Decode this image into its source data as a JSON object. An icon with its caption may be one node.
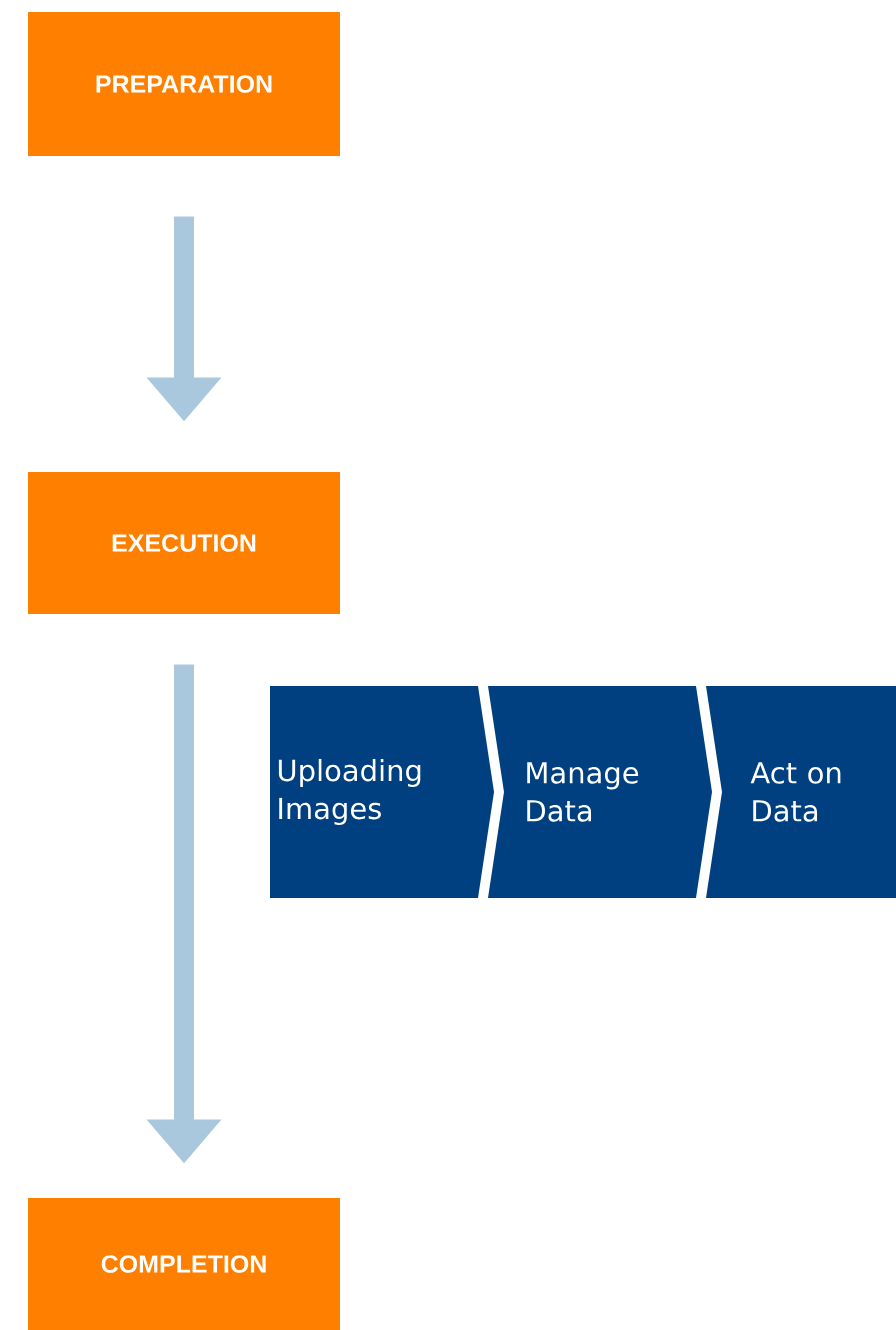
{
  "diagram": {
    "nodes": [
      {
        "text": [
          "PREPARATION"
        ]
      },
      {
        "text": [
          "EXECUTION"
        ]
      },
      {
        "text": [
          "Uploading Images"
        ]
      },
      {
        "text": [
          "Manage Data"
        ]
      },
      {
        "text": [
          "Act on Data"
        ]
      },
      {
        "text": [
          "COMPLETION"
        ]
      }
    ],
    "edges": [
      {
        "from": 0,
        "to": 1,
        "arrow": "to"
      },
      {
        "from": 1,
        "to": 5,
        "arrow": "to"
      }
    ]
  }
}
